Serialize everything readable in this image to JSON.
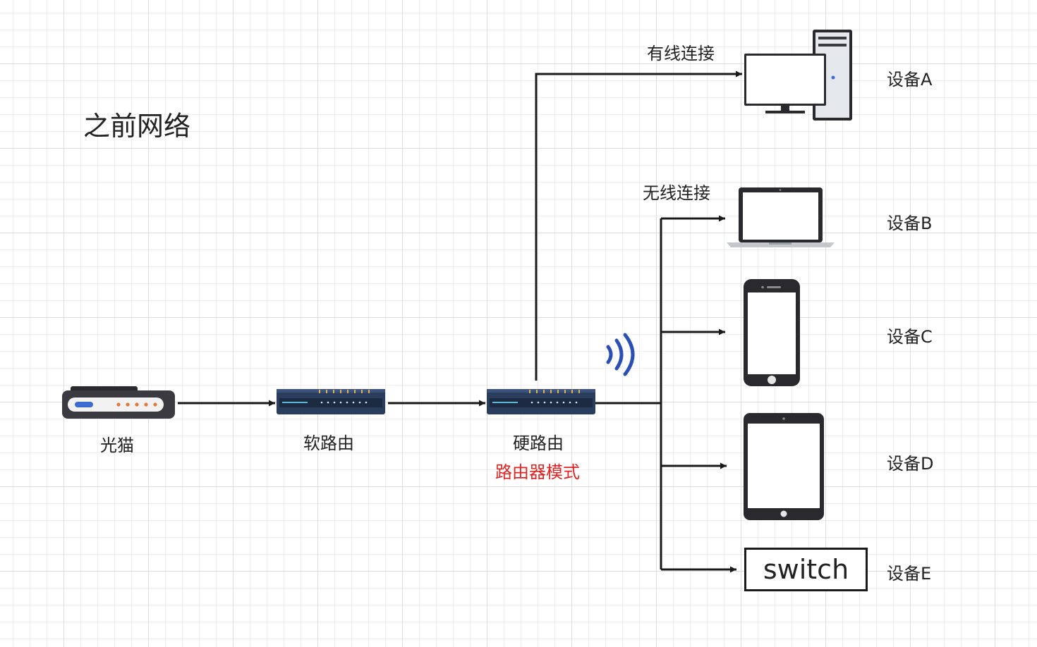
{
  "title": "之前网络",
  "nodes": {
    "modem": "光猫",
    "soft_router": "软路由",
    "hard_router": "硬路由",
    "hard_router_mode": "路由器模式"
  },
  "edges": {
    "wired": "有线连接",
    "wireless": "无线连接"
  },
  "devices": {
    "a": "设备A",
    "b": "设备B",
    "c": "设备C",
    "d": "设备D",
    "e": "设备E",
    "switch_label": "switch"
  },
  "colors": {
    "accent_red": "#e02424",
    "router_blue": "#2a3d5c",
    "wifi_blue": "#2b4fb5",
    "device_dark": "#2a2a2e"
  }
}
